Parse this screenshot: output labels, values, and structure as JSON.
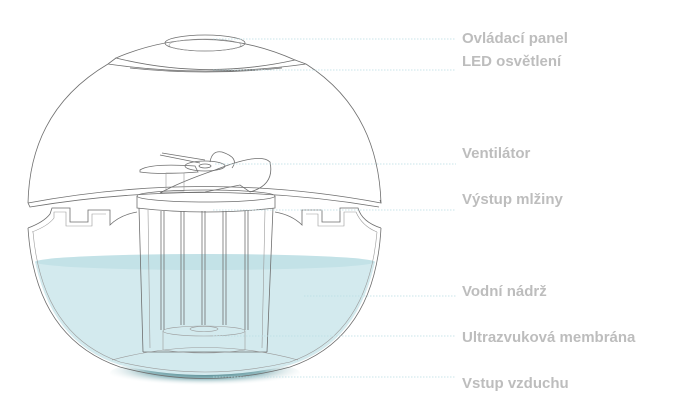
{
  "diagram": {
    "labels": [
      "Ovládací panel",
      "LED osvětlení",
      "Ventilátor",
      "Výstup mlžiny",
      "Vodní nádrž",
      "Ultrazvuková membrána",
      "Vstup vzduchu"
    ],
    "colors": {
      "water": "#d3eaee",
      "water_surface": "#c3e2e7",
      "shadow": "#2f6d75",
      "label": "#bdbdbd",
      "leader": "#b9dde3"
    }
  }
}
